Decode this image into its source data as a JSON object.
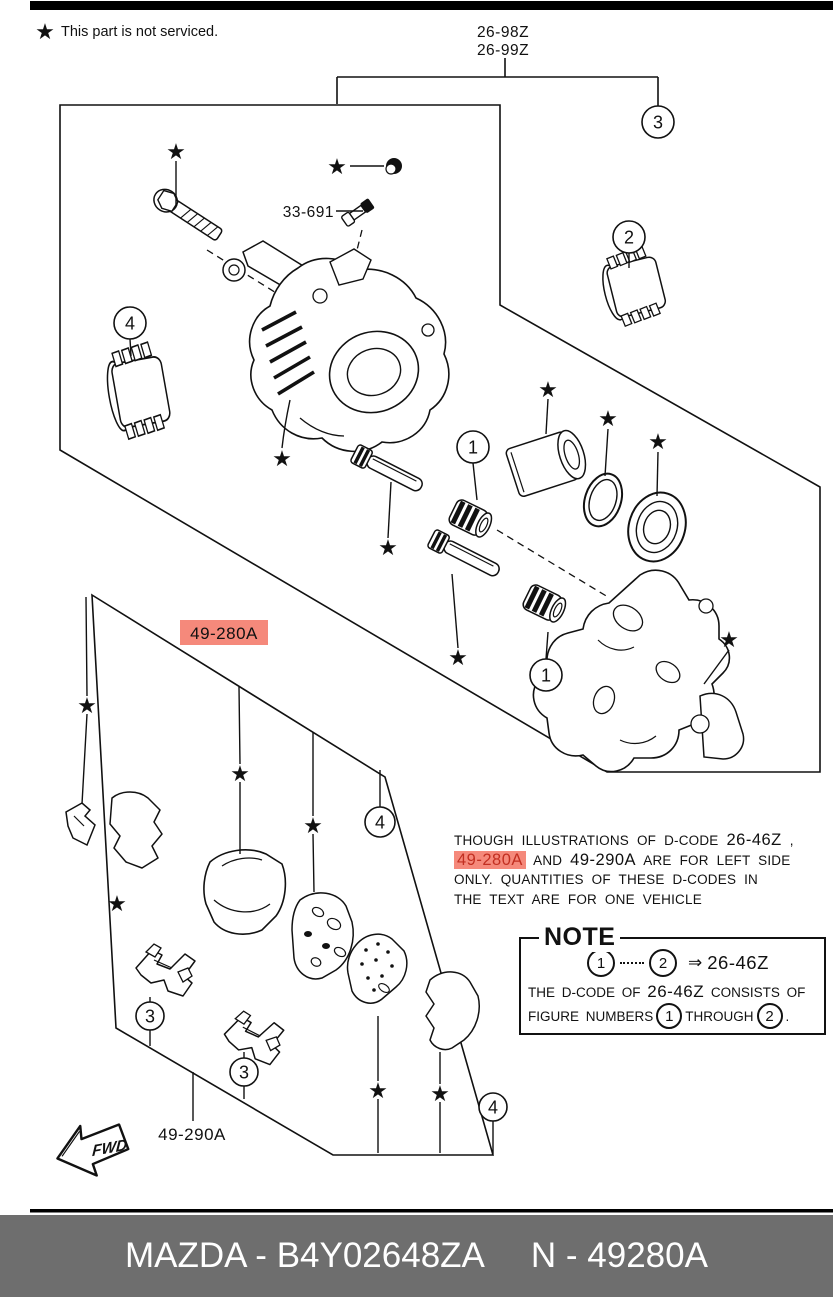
{
  "legend": {
    "star": "★",
    "text": "This part is not serviced."
  },
  "diagram": {
    "top_codes": [
      "26-98Z",
      "26-99Z"
    ],
    "bleeder_code": "33-691",
    "pad_code_highlighted": "49-280A",
    "pad_code_lower": "49-290A",
    "fwd_label": "FWD",
    "star": "★",
    "callouts": {
      "n1": "1",
      "n2": "2",
      "n3": "3",
      "n4": "4"
    }
  },
  "disclaimer": {
    "line1_pre": "THOUGH ILLUSTRATIONS OF D-CODE",
    "line1_code": "26-46Z",
    "line1_post": ",",
    "line2_hl": "49-280A",
    "line2_mid": "AND",
    "line2_code": "49-290A",
    "line2_post": "ARE FOR LEFT SIDE",
    "line3": "ONLY. QUANTITIES OF THESE D-CODES IN",
    "line4": "THE TEXT ARE FOR ONE VEHICLE"
  },
  "note": {
    "title": "NOTE",
    "c1": "1",
    "c2": "2",
    "arrow": "⇒",
    "formula_code": "26-46Z",
    "line2_pre": "THE D-CODE OF",
    "line2_code": "26-46Z",
    "line2_post": "CONSISTS OF",
    "line3_pre": "FIGURE NUMBERS",
    "line3_mid": "THROUGH",
    "line3_end": "."
  },
  "footer": {
    "left": "MAZDA - B4Y02648ZA",
    "right": "N - 49280A"
  },
  "colors": {
    "highlight_bg": "#f5897b",
    "highlight_text": "#c22f21",
    "footer_bg": "#6e6e6e",
    "footer_text": "#ffffff",
    "line": "#111111"
  }
}
